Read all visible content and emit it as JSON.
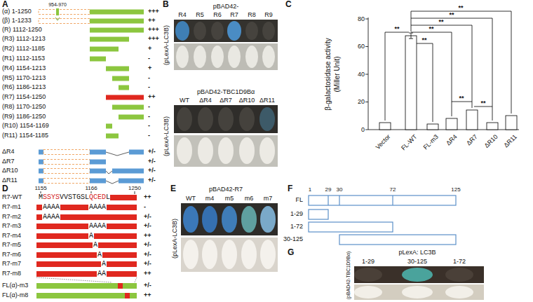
{
  "diagram": {
    "labels": [
      "A",
      "(α) 1-1250",
      "954-970",
      "+++",
      "(β) 1-1233",
      "++",
      "(R) 1112-1250",
      "+++",
      "(R3) 1112-1213",
      "+++",
      "(R2) 1112-1185",
      "+",
      "(R1) 1112-1153",
      "-",
      "(R4) 1154-1213",
      "+",
      "(R5) 1170-1213",
      "-",
      "(R6) 1186-1213",
      "-",
      "(R7) 1154-1250",
      "++",
      "(R8) 1170-1250",
      "-",
      "(R9) 1186-1250",
      "-",
      "(R10) 1154-1169",
      "-",
      "(R11) 1154-1185",
      "-",
      "ΔR4",
      "+/-",
      "ΔR7",
      "+/-",
      "ΔR10",
      "+/-",
      "ΔR11",
      "+/-",
      "B",
      "pBAD42-",
      "R4",
      "R5",
      "R6",
      "R7",
      "R8",
      "R9",
      "(pLexA-LC3B)",
      "pBAD42-TBC1D9Bα",
      "WT",
      "ΔR4",
      "ΔR7",
      "ΔR10",
      "ΔR11",
      "(pLexA-LC3B)",
      "C",
      "β-galactosidase activity",
      "(Miller Unit)",
      "80",
      "60",
      "40",
      "20",
      "0",
      "Vector",
      "FL-WT",
      "FL-m3",
      "ΔR4",
      "ΔR7",
      "ΔR10",
      "ΔR11",
      "**",
      "**",
      "**",
      "**",
      "**",
      "**",
      "**",
      "**",
      "D",
      "1155",
      "1166",
      "1250",
      "R7-WT",
      "M",
      "SSYS",
      "VVSTGSL",
      "QCED",
      "L",
      "++",
      "R7-m1",
      "AAAA",
      "AAAA",
      "-",
      "R7-m2",
      "AAAA",
      "+/-",
      "R7-m3",
      "AAAA",
      "+/-",
      "R7-m4",
      "A",
      "++",
      "R7-m5",
      "A",
      "+/-",
      "R7-m6",
      "A",
      "+/-",
      "R7-m7",
      "A",
      "+/-",
      "R7-m8",
      "AA",
      "++",
      "FL(α)-m3",
      "+/-",
      "FL(α)-m8",
      "++",
      "E",
      "pBAD42-R7",
      "WT",
      "m4",
      "m5",
      "m6",
      "m7",
      "(pLexA-LC3B)",
      "F",
      "1",
      "29",
      "30",
      "72",
      "125",
      "FL",
      "1-29",
      "1-72",
      "30-125",
      "G",
      "pLexA: LC3B",
      "1-29",
      "30-125",
      "1-72",
      "(pBAD42-TBC1D9Bα)"
    ]
  }
}
